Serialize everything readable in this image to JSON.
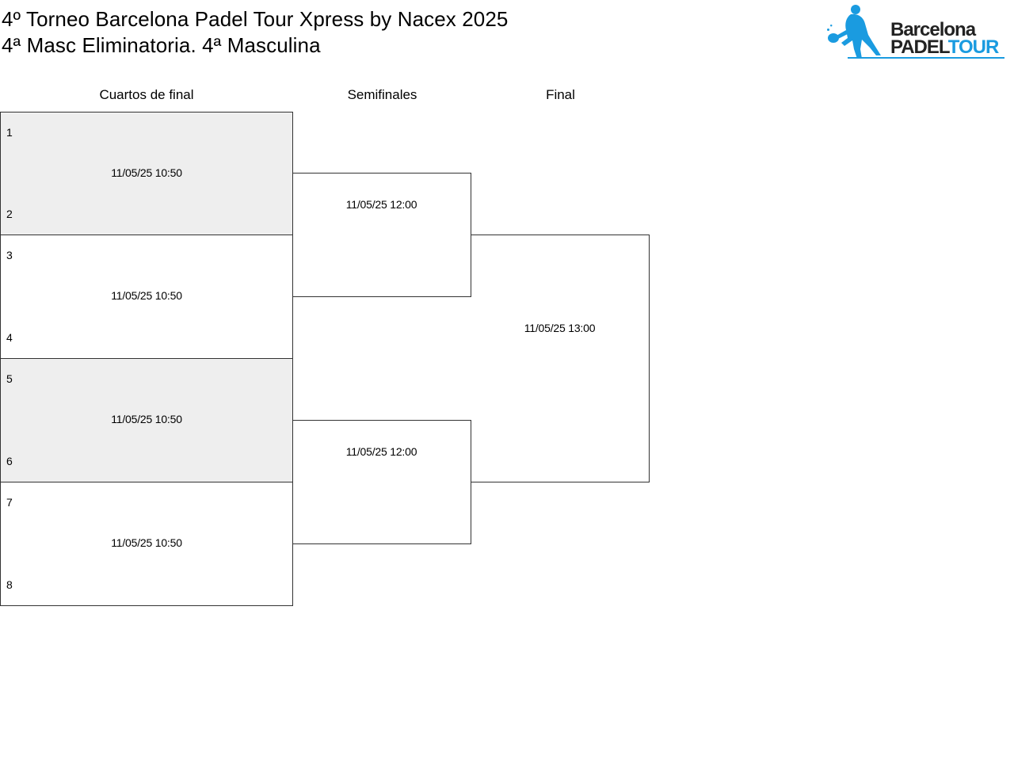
{
  "header": {
    "title_line1": "4º Torneo Barcelona Padel Tour Xpress by Nacex 2025",
    "title_line2": "4ª Masc Eliminatoria. 4ª Masculina"
  },
  "logo": {
    "line1": "Barcelona",
    "line2_a": "PADEL",
    "line2_b": "TOUR",
    "icon": "padel-player-icon",
    "color_brand": "#1a9be0",
    "color_text": "#222222"
  },
  "rounds": {
    "quarterfinals": "Cuartos de final",
    "semifinals": "Semifinales",
    "final": "Final"
  },
  "quarterfinal_matches": [
    {
      "seed_top": "1",
      "seed_bottom": "2",
      "time": "11/05/25 10:50"
    },
    {
      "seed_top": "3",
      "seed_bottom": "4",
      "time": "11/05/25 10:50"
    },
    {
      "seed_top": "5",
      "seed_bottom": "6",
      "time": "11/05/25 10:50"
    },
    {
      "seed_top": "7",
      "seed_bottom": "8",
      "time": "11/05/25 10:50"
    }
  ],
  "semifinal_matches": [
    {
      "time": "11/05/25 12:00"
    },
    {
      "time": "11/05/25 12:00"
    }
  ],
  "final_match": {
    "time": "11/05/25 13:00"
  },
  "colors": {
    "shaded_match": "#eeeeee",
    "border": "#333333"
  }
}
